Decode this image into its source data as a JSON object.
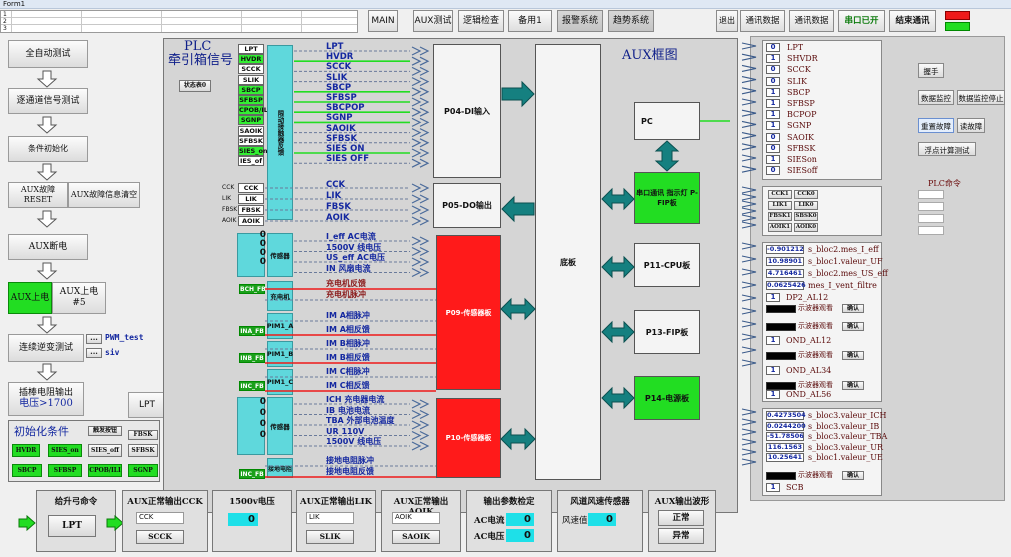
{
  "window": {
    "title": "Form1"
  },
  "grid_rows": [
    "1",
    "2",
    "3"
  ],
  "tabs": [
    "MAIN",
    "AUX测试",
    "逻辑检查",
    "备用1",
    "报警系统",
    "趋势系统"
  ],
  "right_top": {
    "exit": "退出",
    "comm1": "通讯数据",
    "comm2": "通讯数据",
    "serial": "串口已开",
    "end_comm": "结束通讯"
  },
  "left_nav": {
    "auto": "全自动测试",
    "channel": "逐通道信号测试",
    "cond_init": "条件初始化",
    "aux_reset": "AUX故障RESET",
    "aux_clear": "AUX故障信息清空",
    "aux_off": "AUX断电",
    "aux_on": "AUX上电",
    "aux_on5": "AUX上电 #5",
    "inverter": "连续逆变测试",
    "pwm_test": "PWM_test",
    "siv": "siv",
    "resist_out": "插棒电阻输出",
    "voltage": "电压>1700",
    "lpt": "LPT"
  },
  "init": {
    "title": "初始化条件",
    "btns": [
      "HVDR",
      "SIES_on",
      "SIES_off",
      "SBCP",
      "SFBSP",
      "CPOB/ILI",
      "SGNP"
    ],
    "chk": "触发按钮",
    "fbsk": "FBSK",
    "sfbsk": "SFBSK"
  },
  "diagram": {
    "plc_title": "PLC",
    "plc_sub": "牵引箱信号",
    "state_btn": "状态表0",
    "aux_title": "AUX框图",
    "plc_labels": [
      "LPT",
      "HVDR",
      "SCCK",
      "SLIK",
      "SBCP",
      "SFBSP",
      "CPOB/ILI",
      "SGNP",
      "SAOIK",
      "SFBSK",
      "SIES_on",
      "IES_of"
    ],
    "mid_labels": [
      "CCK",
      "LIK",
      "FBSK",
      "AOIK"
    ],
    "fb_label": "限动接触器反馈",
    "sig_group1": [
      "LPT",
      "HVDR",
      "SCCK",
      "SLIK",
      "SBCP",
      "SFBSP",
      "SBCPOP",
      "SGNP",
      "SAOIK",
      "SFBSK",
      "SIES ON",
      "SIES OFF"
    ],
    "sig_group2": [
      "CCK",
      "LIK",
      "FBSK",
      "AOIK"
    ],
    "sig_group3": [
      "I_eff AC电流",
      "1500V 线电压",
      "US_eff AC电压",
      "IN 风扇电流"
    ],
    "sig_group4": [
      "充电机反馈",
      "充电机脉冲"
    ],
    "sig_group5": [
      "IM A相脉冲",
      "IM A相反馈",
      "IM B相脉冲",
      "IM B相反馈",
      "IM C相脉冲",
      "IM C相反馈"
    ],
    "sig_group6": [
      "ICH 充电器电流",
      "IB 电池电流",
      "TBA 外部电池温度",
      "UR 110V",
      "1500V 线电压"
    ],
    "sig_group7": [
      "接地电阻脉冲",
      "接地电阻反馈"
    ],
    "blocks": {
      "sensor": "传感器",
      "charger": "充电机",
      "pim1a": "PIM1_A",
      "pim1b": "PIM1_B",
      "pim1c": "PIM1_C",
      "sensor2": "传感器",
      "ground": "接地电阻"
    },
    "green_labels": [
      "BCH_FB",
      "INA_FB",
      "INB_FB",
      "INC_FB",
      "INC_FB"
    ],
    "panels": {
      "p04": "P04-DI输入",
      "p05": "P05-DO输出",
      "p09": "P09-传感器板",
      "p10": "P10-传感器板",
      "backplane": "底板",
      "pc": "PC",
      "comm": "串口通讯 指示灯 P-FIP板",
      "p11": "P11-CPU板",
      "p13": "P13-FIP板",
      "p14": "P14-电源板"
    },
    "zeros": [
      "0",
      "0",
      "0",
      "0",
      "0",
      "0",
      "0",
      "0"
    ]
  },
  "side": {
    "dig": [
      {
        "v": "0",
        "n": "LPT"
      },
      {
        "v": "1",
        "n": "SHVDR"
      },
      {
        "v": "0",
        "n": "SCCK"
      },
      {
        "v": "0",
        "n": "SLIK"
      },
      {
        "v": "1",
        "n": "SBCP"
      },
      {
        "v": "1",
        "n": "SFBSP"
      },
      {
        "v": "1",
        "n": "BCPOP"
      },
      {
        "v": "1",
        "n": "SGNP"
      },
      {
        "v": "0",
        "n": "SAOIK"
      },
      {
        "v": "0",
        "n": "SFBSK"
      },
      {
        "v": "1",
        "n": "SIESon"
      },
      {
        "v": "0",
        "n": "SIESoff"
      }
    ],
    "pairs": [
      "CCK1",
      "CCK0",
      "LIK1",
      "LIK0",
      "FBSK1",
      "SBSK0",
      "AOIK1",
      "AOIK0"
    ],
    "analog1": [
      {
        "v": "-0.901212",
        "n": "s_bloc2.mes_I_eff"
      },
      {
        "v": "10.98901",
        "n": "s_bloc1.valeur_UF"
      },
      {
        "v": "4.716461",
        "n": "s_bloc2.mes_US_eff"
      },
      {
        "v": "0.0625426",
        "n": "mes_I_vent_filtre"
      }
    ],
    "dp2": {
      "v": "1",
      "n": "DP2_AL12"
    },
    "osc": "示波器观看",
    "ok": "确认",
    "ond1": {
      "v": "1",
      "n": "OND_AL12"
    },
    "ond2": {
      "v": "1",
      "n": "OND_AL34"
    },
    "ond3": {
      "v": "1",
      "n": "OND_AL56"
    },
    "analog2": [
      {
        "v": "0.4273504",
        "n": "s_bloc3.valeur_ICH"
      },
      {
        "v": "0.0244200",
        "n": "s_bloc3.valeur_IB"
      },
      {
        "v": "-51.78506",
        "n": "s_bloc3.valeur_TBA"
      },
      {
        "v": "116.1563",
        "n": "s_bloc3.valeur_UR"
      },
      {
        "v": "10.25641",
        "n": "s_bloc1.valeur_UE"
      }
    ],
    "scb": {
      "v": "1",
      "n": "SCB"
    }
  },
  "right_btns": {
    "b1": "握手",
    "b2": "数据监控",
    "b3": "数据监控停止",
    "b4": "重置故障",
    "b5": "读故障",
    "b6": "浮点计算测试",
    "plc_cmd": "PLC命令"
  },
  "bottom": {
    "lift_title": "给升弓命令",
    "lift_btn": "LPT",
    "cck_title": "AUX正常输出CCK",
    "cck_lbl": "CCK",
    "cck_btn": "SCCK",
    "v1500_title": "1500v电压",
    "v1500_val": "0",
    "lik_title": "AUX正常输出LIK",
    "lik_lbl": "LIK",
    "lik_btn": "SLIK",
    "aoik_title": "AUX正常输出AOIK",
    "aoik_lbl": "AOIK",
    "aoik_btn": "SAOIK",
    "out_title": "输出参数检定",
    "ac_cur": "AC电流",
    "ac_cur_val": "0",
    "ac_volt": "AC电压",
    "ac_volt_val": "0",
    "fan_title": "风道风速传感器",
    "fan_lbl": "风速值",
    "fan_val": "0",
    "wave_title": "AUX输出波形",
    "normal": "正常",
    "abnormal": "异常"
  }
}
